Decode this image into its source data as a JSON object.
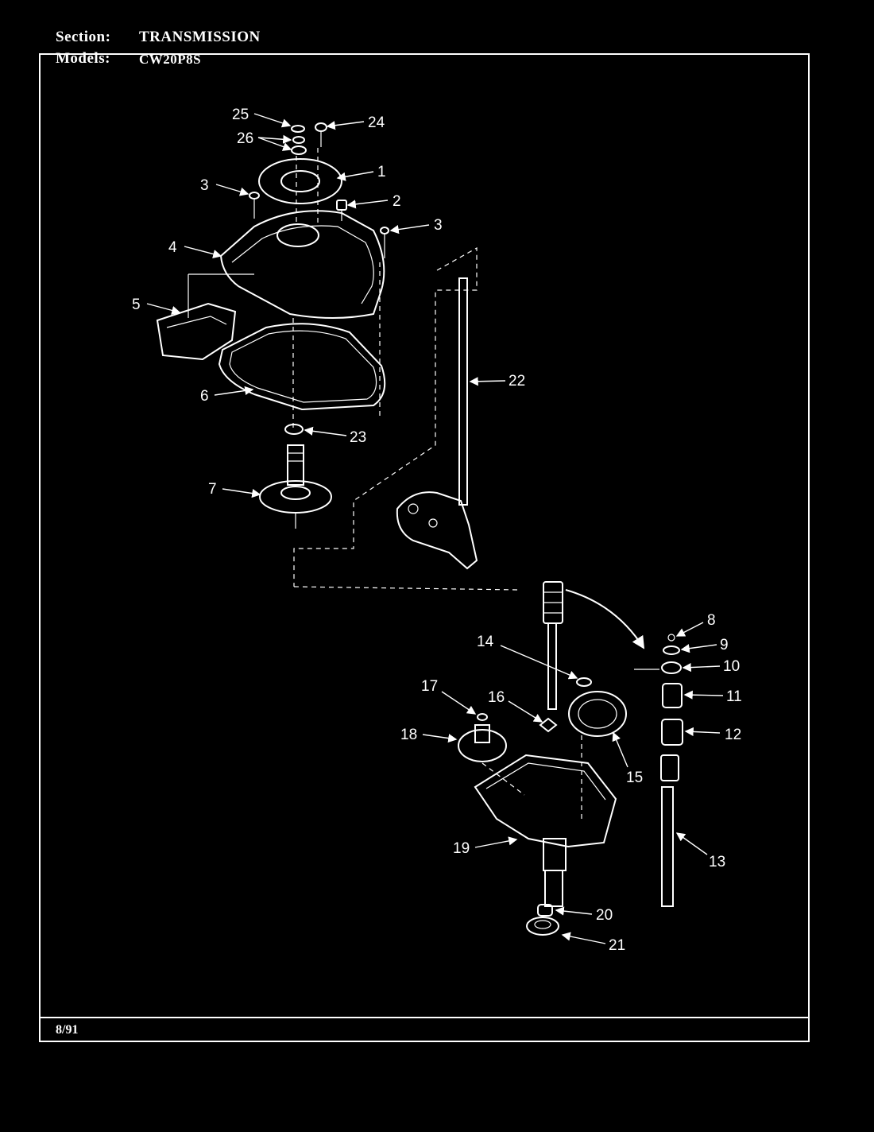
{
  "header": {
    "section_label": "Section:",
    "section_value": "TRANSMISSION",
    "models_label": "Models:",
    "models_value": "CW20P8S"
  },
  "footer": {
    "date": "8/91"
  },
  "callouts": {
    "c1": "1",
    "c2": "2",
    "c3a": "3",
    "c3b": "3",
    "c4": "4",
    "c5": "5",
    "c6": "6",
    "c7": "7",
    "c8": "8",
    "c9": "9",
    "c10": "10",
    "c11": "11",
    "c12": "12",
    "c13": "13",
    "c14": "14",
    "c15": "15",
    "c16": "16",
    "c17": "17",
    "c18": "18",
    "c19": "19",
    "c20": "20",
    "c21": "21",
    "c22": "22",
    "c23": "23",
    "c24": "24",
    "c25": "25",
    "c26": "26"
  }
}
